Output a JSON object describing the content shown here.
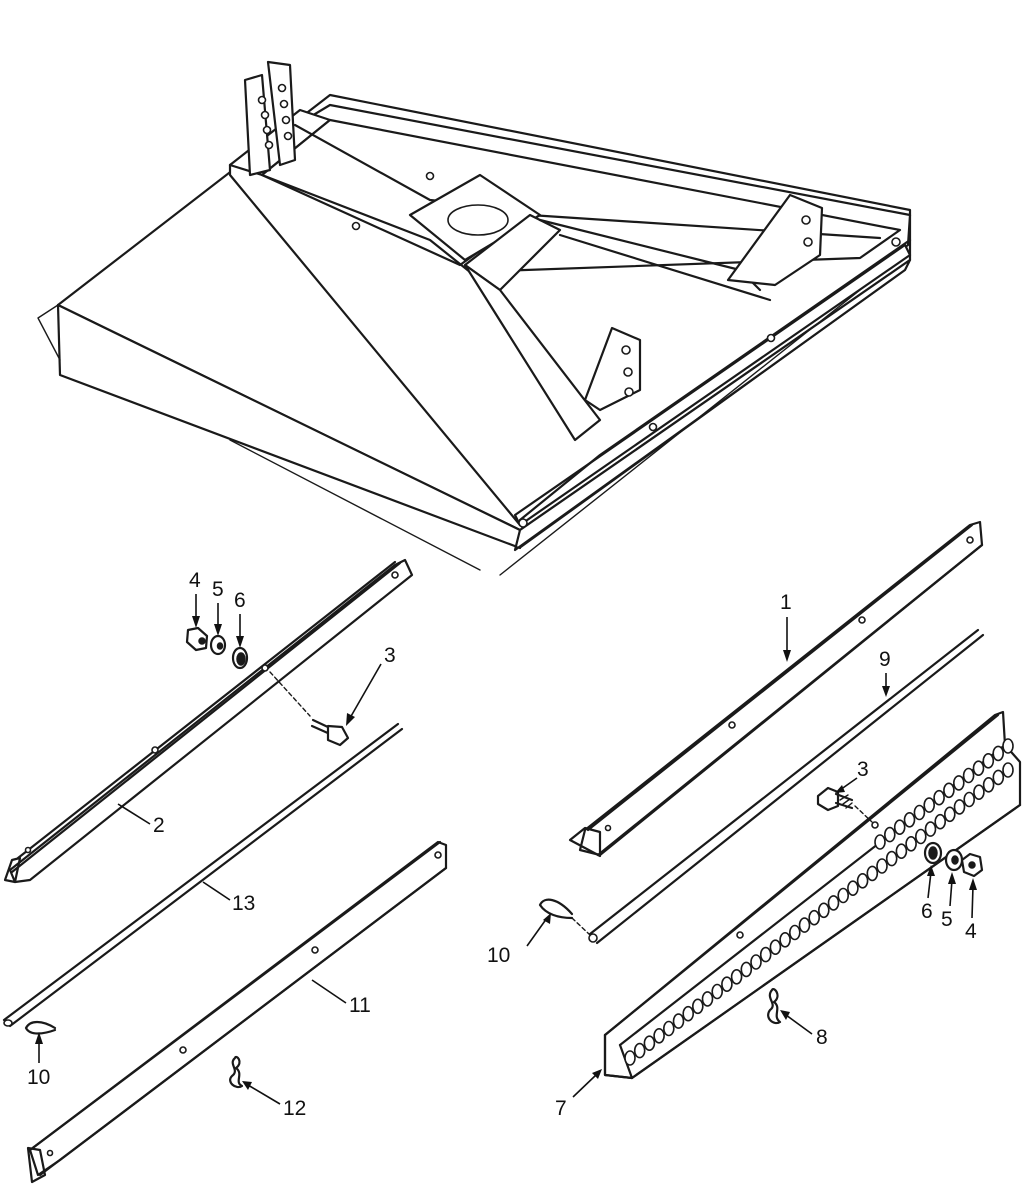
{
  "callouts": {
    "c1": "1",
    "c2": "2",
    "c3_left": "3",
    "c3_right": "3",
    "c4_left": "4",
    "c4_right": "4",
    "c5_left": "5",
    "c5_right": "5",
    "c6_left": "6",
    "c6_right": "6",
    "c7": "7",
    "c8": "8",
    "c9": "9",
    "c10_left": "10",
    "c10_right": "10",
    "c11": "11",
    "c12": "12",
    "c13": "13"
  }
}
